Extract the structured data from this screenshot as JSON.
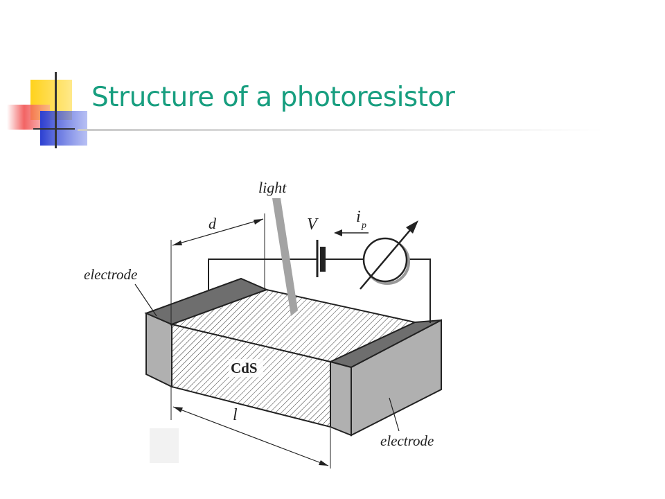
{
  "slide": {
    "title": "Structure of a photoresistor"
  },
  "diagram": {
    "labels": {
      "light": "light",
      "d": "d",
      "V": "V",
      "i": "i",
      "p": "p",
      "electrode_left": "electrode",
      "material": "CdS",
      "l": "l",
      "electrode_right": "electrode"
    },
    "colors": {
      "title": "#179e7f",
      "electrode_face": "#b0b0b0",
      "electrode_top": "#6e6e6e",
      "line": "#222222",
      "deco_yellow": "#ffd21c",
      "deco_blue": "#2b3fd1",
      "deco_red": "#f04848"
    }
  }
}
